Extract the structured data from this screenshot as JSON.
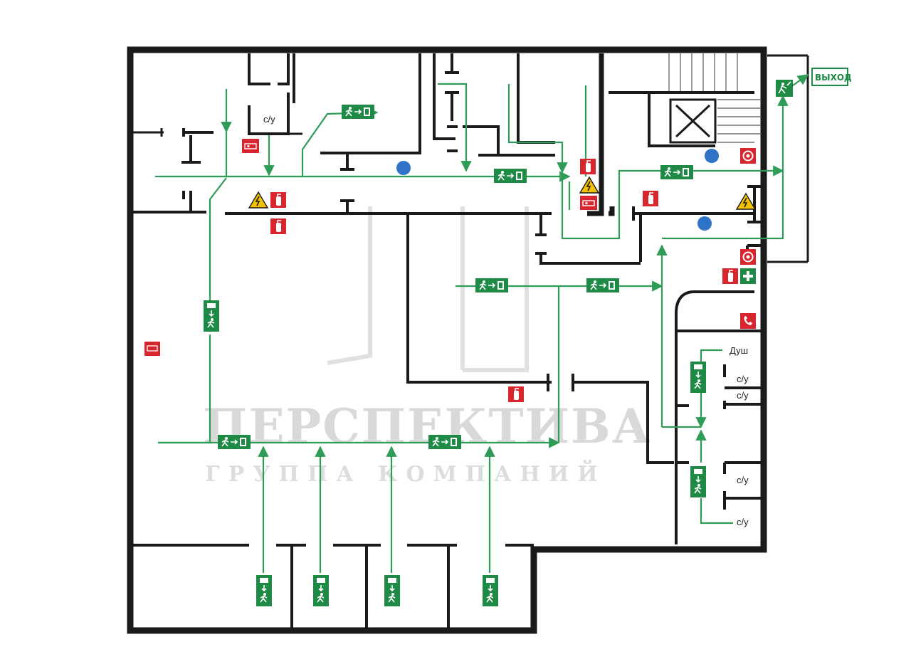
{
  "labels": {
    "exit": "ВЫХОД",
    "shower": "Душ",
    "wc": "с/у"
  },
  "watermark": {
    "title": "ПЕРСПЕКТИВА",
    "subtitle": "ГРУППА КОМПАНИЙ"
  },
  "colors": {
    "wall": "#1a1a1a",
    "evacuation_route": "#2e9b57",
    "exit_sign": "#1e8a45",
    "fire_equipment": "#d8262f",
    "warning": "#f2c200",
    "assembly_point": "#2f73c9",
    "watermark": "#d9d9d9"
  },
  "icons": [
    "running-man-exit-icon",
    "fire-extinguisher-icon",
    "fire-hose-icon",
    "high-voltage-warning-icon",
    "fire-alarm-button-icon",
    "first-aid-icon",
    "emergency-phone-icon",
    "assembly-point-marker"
  ]
}
